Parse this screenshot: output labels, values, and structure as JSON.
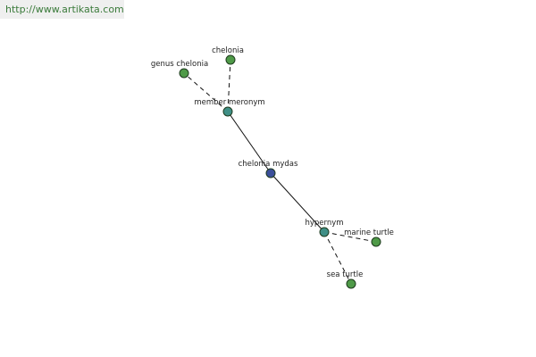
{
  "header": {
    "watermark": "http://www.artikata.com"
  },
  "colors": {
    "center": "#3b4f9a",
    "relation": "#3f8f86",
    "leaf": "#4f9a48"
  },
  "nodes": [
    {
      "id": "n-chelonia-mydas",
      "label": "chelonia mydas",
      "kind": "center"
    },
    {
      "id": "n-member-meronym",
      "label": "member meronym",
      "kind": "relation"
    },
    {
      "id": "n-hypernym",
      "label": "hypernym",
      "kind": "relation"
    },
    {
      "id": "n-genus-chelonia",
      "label": "genus chelonia",
      "kind": "leaf"
    },
    {
      "id": "n-chelonia",
      "label": "chelonia",
      "kind": "leaf"
    },
    {
      "id": "n-marine-turtle",
      "label": "marine turtle",
      "kind": "leaf"
    },
    {
      "id": "n-sea-turtle",
      "label": "sea turtle",
      "kind": "leaf"
    }
  ],
  "edges": [
    {
      "from": "n-chelonia-mydas",
      "to": "n-member-meronym",
      "style": "solid"
    },
    {
      "from": "n-chelonia-mydas",
      "to": "n-hypernym",
      "style": "solid"
    },
    {
      "from": "n-member-meronym",
      "to": "n-genus-chelonia",
      "style": "dashed"
    },
    {
      "from": "n-member-meronym",
      "to": "n-chelonia",
      "style": "dashed"
    },
    {
      "from": "n-hypernym",
      "to": "n-marine-turtle",
      "style": "dashed"
    },
    {
      "from": "n-hypernym",
      "to": "n-sea-turtle",
      "style": "dashed"
    }
  ]
}
